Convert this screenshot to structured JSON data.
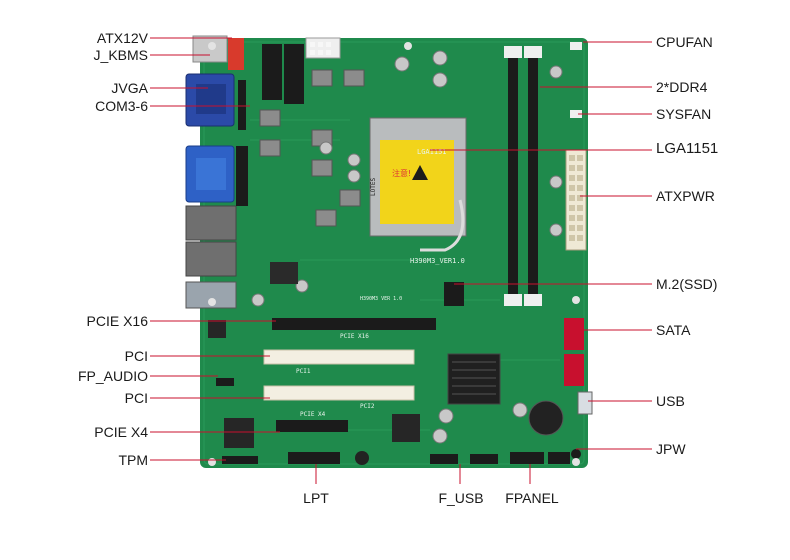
{
  "labels_left": [
    "ATX12V",
    "J_KBMS",
    "JVGA",
    "COM3-6",
    "PCIE X16",
    "PCI",
    "FP_AUDIO",
    "PCI",
    "PCIE X4",
    "TPM"
  ],
  "labels_right": [
    "CPUFAN",
    "2*DDR4",
    "SYSFAN",
    "LGA1151",
    "ATXPWR",
    "M.2(SSD)",
    "SATA",
    "USB",
    "JPW"
  ],
  "labels_bottom": [
    "LPT",
    "F_USB",
    "FPANEL"
  ],
  "board_silk": {
    "model": "H390M3_VER1.0",
    "model_small": "H390M3 VER 1.0",
    "pcie16": "PCIE X16",
    "pci1": "PCI1",
    "pci2": "PCI2",
    "pcie4": "PCIE X4",
    "socket": "LGA1151",
    "socket_warn": "注意!",
    "lotes": "LOTES"
  },
  "colors": {
    "pcb": "#1f8a4c",
    "pcb_dark": "#176b3a",
    "leader": "#c8102e",
    "pci_slot": "#f3efe2",
    "slot_black": "#1b1b1b",
    "vga_blue": "#2b4aa8",
    "header_red": "#d83a2c",
    "socket_yellow": "#f2d41a"
  }
}
